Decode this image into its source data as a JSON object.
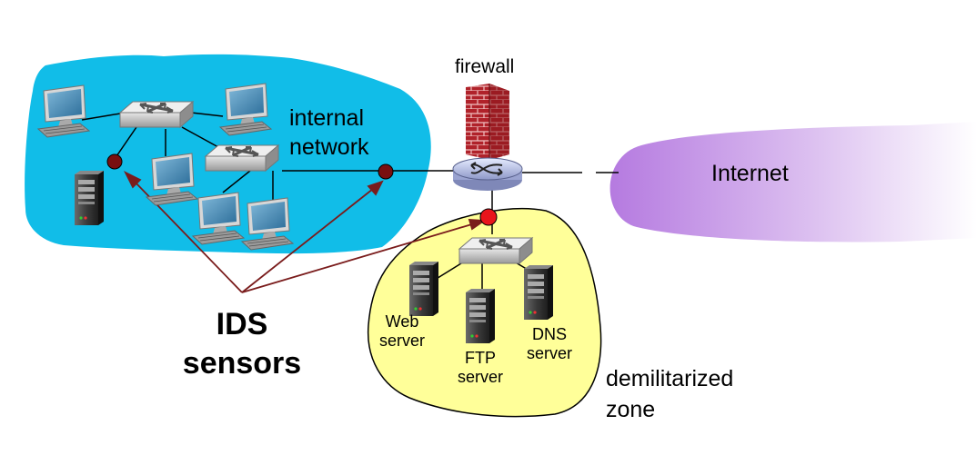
{
  "labels": {
    "firewall": "firewall",
    "internal_network_line1": "internal",
    "internal_network_line2": "network",
    "internet": "Internet",
    "ids_line1": "IDS",
    "ids_line2": "sensors",
    "web_server_line1": "Web",
    "web_server_line2": "server",
    "ftp_server_line1": "FTP",
    "ftp_server_line2": "server",
    "dns_server_line1": "DNS",
    "dns_server_line2": "server",
    "dmz_line1": "demilitarized",
    "dmz_line2": "zone"
  },
  "colors": {
    "internal_cloud": "#11bde8",
    "dmz_cloud": "#ffff99",
    "internet_cloud": "#b97fe0",
    "sensor_internal": "#7a0f10",
    "sensor_dmz": "#e8141c",
    "arrow": "#7a1c1c",
    "firewall_brick": "#b0222a"
  },
  "icons": [
    "desktop-computer-icon",
    "switch-icon",
    "server-tower-icon",
    "router-icon",
    "firewall-icon"
  ]
}
